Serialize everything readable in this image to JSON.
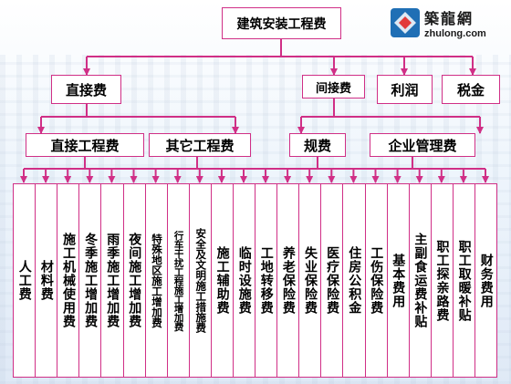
{
  "root": {
    "label": "建筑安装工程费"
  },
  "level2": {
    "direct": "直接费",
    "indirect": "间接费",
    "profit": "利润",
    "tax": "税金"
  },
  "level3": {
    "direct_engineering": "直接工程费",
    "other_engineering": "其它工程费",
    "fees": "规费",
    "management": "企业管理费"
  },
  "leaves": [
    "人工费",
    "材料费",
    "施工机械使用费",
    "冬季施工增加费",
    "雨季施工增加费",
    "夜间施工增加费",
    "特殊地区施工增加费",
    "行车干扰工程施工增加费",
    "安全及文明施工措施费",
    "施工辅助费",
    "临时设施费",
    "工地转移费",
    "养老保险费",
    "失业保险费",
    "医疗保险费",
    "住房公积金",
    "工伤保险费",
    "基本费用",
    "主副食运费补贴",
    "职工探亲路费",
    "职工取暖补贴",
    "财务费用"
  ],
  "logo": {
    "cn": "築龍網",
    "url": "zhulong.com"
  },
  "colors": {
    "connector": "#d02f86",
    "box_border": "#d02f86"
  }
}
